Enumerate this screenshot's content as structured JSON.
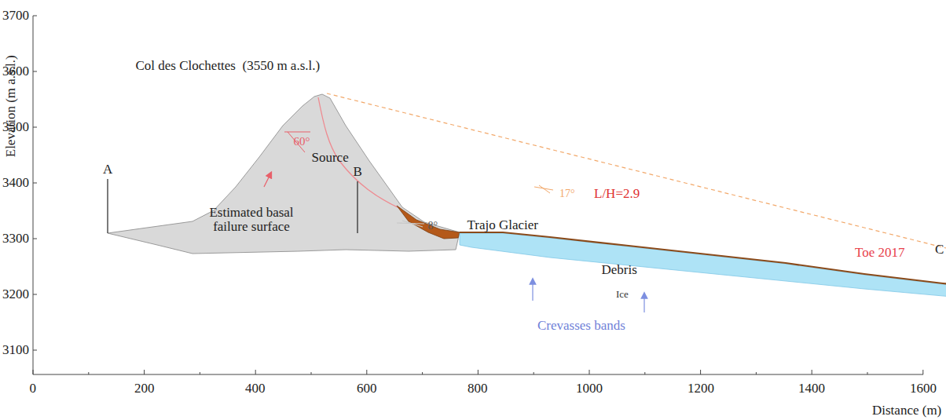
{
  "diagram": {
    "labels": [
      "3700",
      "3600",
      "3500",
      "3400",
      "3300",
      "3200",
      "3100",
      "Elevation (m a.s.l.)",
      "0",
      "200",
      "400",
      "600",
      "800",
      "1000",
      "1200",
      "1400",
      "1600",
      "Distance (m)",
      "Col des Clochettes  (3550 m a.s.l.)",
      "A",
      "B",
      "C",
      "60°",
      "Source",
      "Estimated basal failure surface",
      "8°",
      "Trajo Glacier",
      "17°",
      "L/H=2.9",
      "Debris",
      "Ice",
      "Toe 2017",
      "Crevasses bands"
    ]
  }
}
